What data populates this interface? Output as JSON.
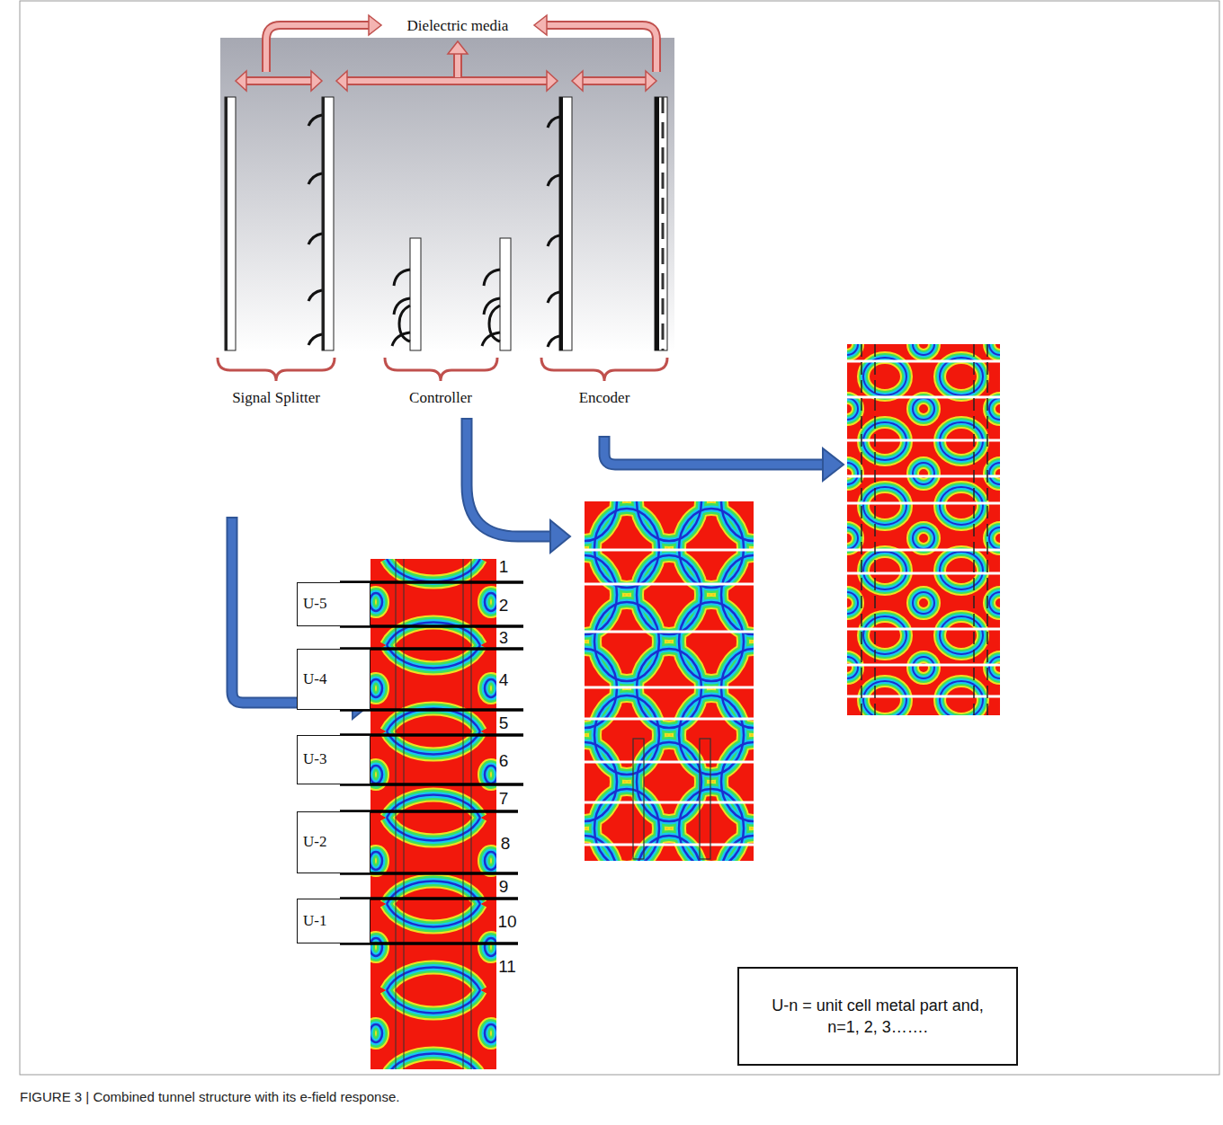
{
  "diagram": {
    "caption": "FIGURE 3 | Combined tunnel structure with its e-field response.",
    "nodes": [
      {
        "text": [
          "U-5"
        ]
      },
      {
        "text": [
          "U-4"
        ]
      },
      {
        "text": [
          "U-3"
        ]
      },
      {
        "text": [
          "U-2"
        ]
      },
      {
        "text": [
          "U-1"
        ]
      },
      {
        "text": [
          "U-n = unit cell metal part and, n=1, 2, 3……."
        ]
      }
    ],
    "labels": [
      "Dielectric media",
      "Signal Splitter",
      "Controller",
      "Encoder",
      "1",
      "2",
      "3",
      "4",
      "5",
      "6",
      "7",
      "8",
      "9",
      "10",
      "11"
    ]
  }
}
